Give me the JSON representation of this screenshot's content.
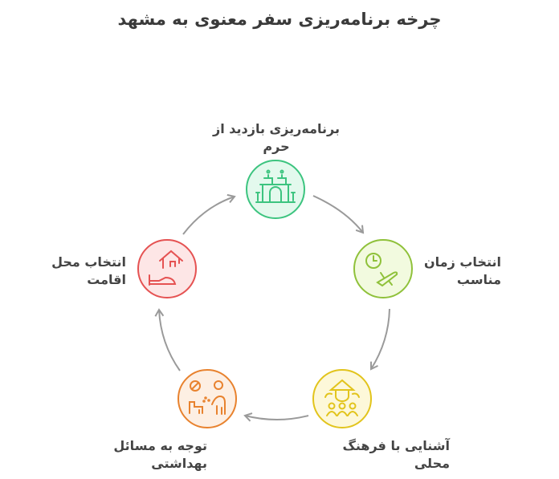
{
  "title": "چرخه برنامه‌ریزی سفر معنوی به مشهد",
  "steps": [
    {
      "label": "برنامه‌ریزی بازدید از حرم",
      "icon": "shrine-icon",
      "stroke": "#3cc47f",
      "fill": "#e3f9ed"
    },
    {
      "label": "انتخاب زمان مناسب",
      "icon": "clock-airplane-icon",
      "stroke": "#8fc13a",
      "fill": "#f2fadf"
    },
    {
      "label": "آشنایی با فرهنگ محلی",
      "icon": "local-culture-people-icon",
      "stroke": "#e2c41c",
      "fill": "#fdf8d9"
    },
    {
      "label": "توجه به مسائل بهداشتی",
      "icon": "hygiene-handwash-icon",
      "stroke": "#e8822e",
      "fill": "#fdefe3"
    },
    {
      "label": "انتخاب محل اقامت",
      "icon": "house-bed-icon",
      "stroke": "#e55252",
      "fill": "#fde6e6"
    }
  ],
  "arrow_color": "#9a9a9a"
}
